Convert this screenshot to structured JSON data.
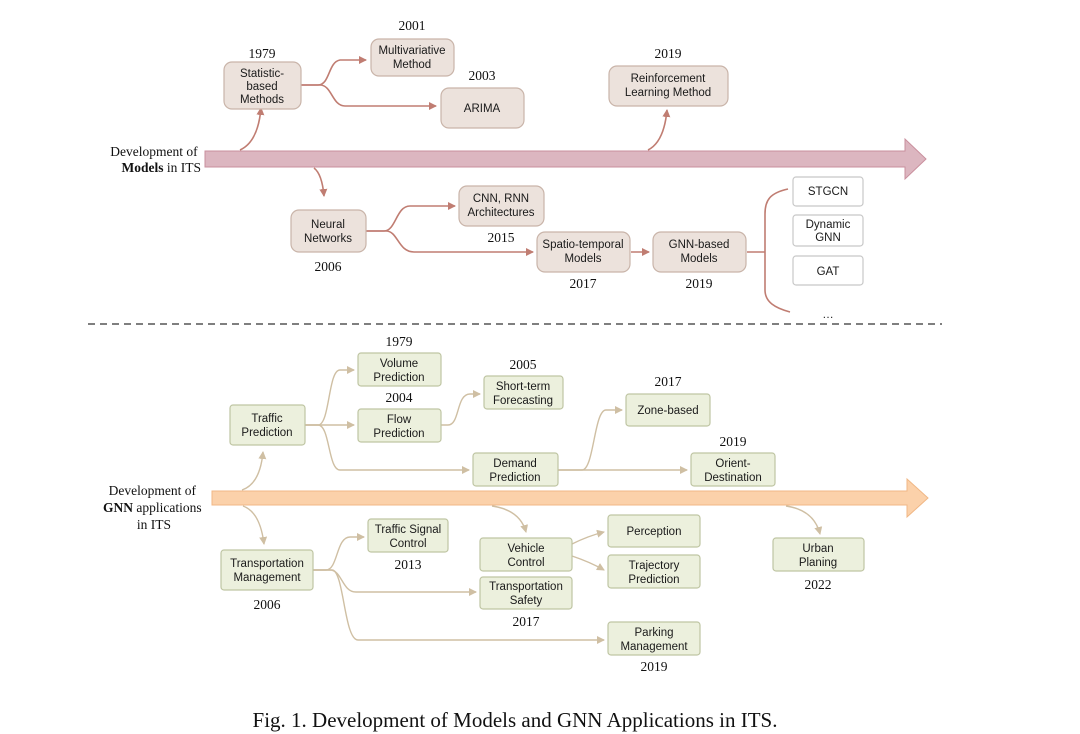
{
  "top": {
    "side_label": {
      "line1": "Development of",
      "bold": "Models",
      "rest": " in ITS"
    },
    "boxes": {
      "statistic": [
        "Statistic-",
        "based",
        "Methods"
      ],
      "multivariate": [
        "Multivariative",
        "Method"
      ],
      "arima": [
        "ARIMA"
      ],
      "reinforcement": [
        "Reinforcement",
        "Learning Method"
      ],
      "neural": [
        "Neural",
        "Networks"
      ],
      "cnn_rnn": [
        "CNN, RNN",
        "Architectures"
      ],
      "spatio": [
        "Spatio-temporal",
        "Models"
      ],
      "gnn_based": [
        "GNN-based",
        "Models"
      ],
      "stgcn": [
        "STGCN"
      ],
      "dynamic_gnn": [
        "Dynamic",
        "GNN"
      ],
      "gat": [
        "GAT"
      ]
    },
    "years": {
      "statistic": "1979",
      "multivariate": "2001",
      "arima": "2003",
      "reinforcement": "2019",
      "neural": "2006",
      "cnn_rnn": "2015",
      "spatio": "2017",
      "gnn_based": "2019"
    },
    "ellipsis": "…"
  },
  "bottom": {
    "side_label": {
      "line1": "Development of",
      "bold": "GNN",
      "rest": " applications",
      "line3": "in ITS"
    },
    "boxes": {
      "traffic_prediction": [
        "Traffic",
        "Prediction"
      ],
      "volume": [
        "Volume",
        "Prediction"
      ],
      "flow": [
        "Flow",
        "Prediction"
      ],
      "short_term": [
        "Short-term",
        "Forecasting"
      ],
      "demand": [
        "Demand",
        "Prediction"
      ],
      "zone": [
        "Zone-based"
      ],
      "orient": [
        "Orient-",
        "Destination"
      ],
      "transport_mgmt": [
        "Transportation",
        "Management"
      ],
      "signal": [
        "Traffic Signal",
        "Control"
      ],
      "vehicle": [
        "Vehicle",
        "Control"
      ],
      "safety": [
        "Transportation",
        "Safety"
      ],
      "perception": [
        "Perception"
      ],
      "trajectory": [
        "Trajectory",
        "Prediction"
      ],
      "parking": [
        "Parking",
        "Management"
      ],
      "urban": [
        "Urban",
        "Planing"
      ]
    },
    "years": {
      "volume": "1979",
      "flow": "2004",
      "short_term": "2005",
      "zone": "2017",
      "orient": "2019",
      "transport_mgmt": "2006",
      "signal": "2013",
      "safety": "2017",
      "parking": "2019",
      "urban": "2022"
    }
  },
  "caption": "Fig. 1.  Development of Models and GNN Applications in ITS."
}
